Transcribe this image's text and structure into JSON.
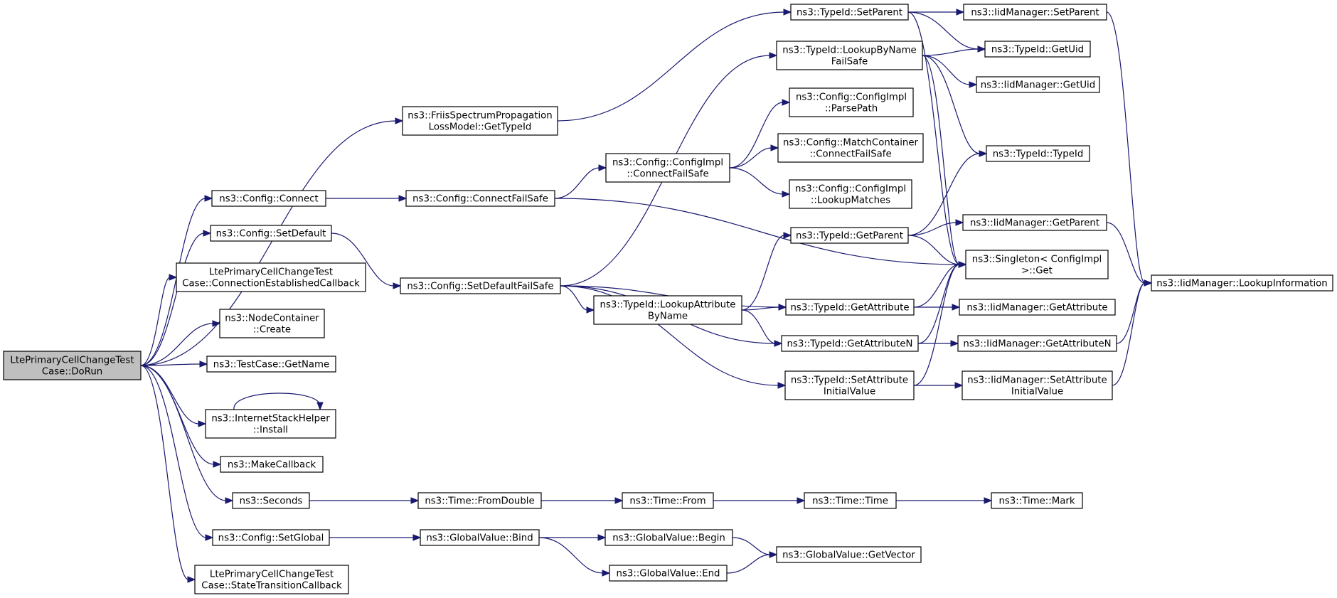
{
  "diagram": {
    "nodes": [
      {
        "id": "dorun",
        "lines": [
          "LtePrimaryCellChangeTest",
          "Case::DoRun"
        ],
        "root": true
      },
      {
        "id": "friis",
        "lines": [
          "ns3::FriisSpectrumPropagation",
          "LossModel::GetTypeId"
        ]
      },
      {
        "id": "cfg_connect",
        "lines": [
          "ns3::Config::Connect"
        ]
      },
      {
        "id": "cfg_setdefault",
        "lines": [
          "ns3::Config::SetDefault"
        ]
      },
      {
        "id": "conn_cb",
        "lines": [
          "LtePrimaryCellChangeTest",
          "Case::ConnectionEstablishedCallback"
        ]
      },
      {
        "id": "nodecont",
        "lines": [
          "ns3::NodeContainer",
          "::Create"
        ]
      },
      {
        "id": "getname",
        "lines": [
          "ns3::TestCase::GetName"
        ]
      },
      {
        "id": "inet_install",
        "lines": [
          "ns3::InternetStackHelper",
          "::Install"
        ]
      },
      {
        "id": "makecb",
        "lines": [
          "ns3::MakeCallback"
        ]
      },
      {
        "id": "seconds",
        "lines": [
          "ns3::Seconds"
        ]
      },
      {
        "id": "cfg_setglobal",
        "lines": [
          "ns3::Config::SetGlobal"
        ]
      },
      {
        "id": "state_cb",
        "lines": [
          "LtePrimaryCellChangeTest",
          "Case::StateTransitionCallback"
        ]
      },
      {
        "id": "cfg_connectfs",
        "lines": [
          "ns3::Config::ConnectFailSafe"
        ]
      },
      {
        "id": "cfg_setdefaultfs",
        "lines": [
          "ns3::Config::SetDefaultFailSafe"
        ]
      },
      {
        "id": "time_fromdouble",
        "lines": [
          "ns3::Time::FromDouble"
        ]
      },
      {
        "id": "gv_bind",
        "lines": [
          "ns3::GlobalValue::Bind"
        ]
      },
      {
        "id": "cfgimpl_connectfs",
        "lines": [
          "ns3::Config::ConfigImpl",
          "::ConnectFailSafe"
        ]
      },
      {
        "id": "tid_lookupattr",
        "lines": [
          "ns3::TypeId::LookupAttribute",
          "ByName"
        ]
      },
      {
        "id": "time_from",
        "lines": [
          "ns3::Time::From"
        ]
      },
      {
        "id": "gv_begin",
        "lines": [
          "ns3::GlobalValue::Begin"
        ]
      },
      {
        "id": "gv_end",
        "lines": [
          "ns3::GlobalValue::End"
        ]
      },
      {
        "id": "tid_setparent",
        "lines": [
          "ns3::TypeId::SetParent"
        ]
      },
      {
        "id": "tid_lookupbyname",
        "lines": [
          "ns3::TypeId::LookupByName",
          "FailSafe"
        ]
      },
      {
        "id": "cfgimpl_parsepath",
        "lines": [
          "ns3::Config::ConfigImpl",
          "::ParsePath"
        ]
      },
      {
        "id": "matchcont",
        "lines": [
          "ns3::Config::MatchContainer",
          "::ConnectFailSafe"
        ]
      },
      {
        "id": "cfgimpl_lookup",
        "lines": [
          "ns3::Config::ConfigImpl",
          "::LookupMatches"
        ]
      },
      {
        "id": "tid_getparent",
        "lines": [
          "ns3::TypeId::GetParent"
        ]
      },
      {
        "id": "tid_getattr",
        "lines": [
          "ns3::TypeId::GetAttribute"
        ]
      },
      {
        "id": "tid_getattrn",
        "lines": [
          "ns3::TypeId::GetAttributeN"
        ]
      },
      {
        "id": "tid_setattrinit",
        "lines": [
          "ns3::TypeId::SetAttribute",
          "InitialValue"
        ]
      },
      {
        "id": "time_time",
        "lines": [
          "ns3::Time::Time"
        ]
      },
      {
        "id": "gv_getvector",
        "lines": [
          "ns3::GlobalValue::GetVector"
        ]
      },
      {
        "id": "iid_setparent",
        "lines": [
          "ns3::IidManager::SetParent"
        ]
      },
      {
        "id": "tid_getuid",
        "lines": [
          "ns3::TypeId::GetUid"
        ]
      },
      {
        "id": "iid_getuid",
        "lines": [
          "ns3::IidManager::GetUid"
        ]
      },
      {
        "id": "tid_typeid",
        "lines": [
          "ns3::TypeId::TypeId"
        ]
      },
      {
        "id": "iid_getparent",
        "lines": [
          "ns3::IidManager::GetParent"
        ]
      },
      {
        "id": "singleton",
        "lines": [
          "ns3::Singleton< ConfigImpl",
          ">::Get"
        ]
      },
      {
        "id": "iid_getattr",
        "lines": [
          "ns3::IidManager::GetAttribute"
        ]
      },
      {
        "id": "iid_getattrn",
        "lines": [
          "ns3::IidManager::GetAttributeN"
        ]
      },
      {
        "id": "iid_setattrinit",
        "lines": [
          "ns3::IidManager::SetAttribute",
          "InitialValue"
        ]
      },
      {
        "id": "time_mark",
        "lines": [
          "ns3::Time::Mark"
        ]
      },
      {
        "id": "iid_lookupinfo",
        "lines": [
          "ns3::IidManager::LookupInformation"
        ]
      }
    ],
    "edges": [
      [
        "dorun",
        "friis"
      ],
      [
        "dorun",
        "cfg_connect"
      ],
      [
        "dorun",
        "cfg_setdefault"
      ],
      [
        "dorun",
        "conn_cb"
      ],
      [
        "dorun",
        "nodecont"
      ],
      [
        "dorun",
        "getname"
      ],
      [
        "dorun",
        "inet_install"
      ],
      [
        "dorun",
        "makecb"
      ],
      [
        "dorun",
        "seconds"
      ],
      [
        "dorun",
        "cfg_setglobal"
      ],
      [
        "dorun",
        "state_cb"
      ],
      [
        "friis",
        "tid_setparent"
      ],
      [
        "cfg_connect",
        "cfg_connectfs"
      ],
      [
        "cfg_setdefault",
        "cfg_setdefaultfs"
      ],
      [
        "inet_install",
        "inet_install"
      ],
      [
        "seconds",
        "time_fromdouble"
      ],
      [
        "cfg_setglobal",
        "gv_bind"
      ],
      [
        "cfg_connectfs",
        "cfgimpl_connectfs"
      ],
      [
        "cfg_connectfs",
        "singleton"
      ],
      [
        "cfg_setdefaultfs",
        "tid_lookupbyname"
      ],
      [
        "cfg_setdefaultfs",
        "tid_lookupattr"
      ],
      [
        "cfg_setdefaultfs",
        "tid_getattr"
      ],
      [
        "cfg_setdefaultfs",
        "tid_getattrn"
      ],
      [
        "cfg_setdefaultfs",
        "tid_setattrinit"
      ],
      [
        "time_fromdouble",
        "time_from"
      ],
      [
        "gv_bind",
        "gv_begin"
      ],
      [
        "gv_bind",
        "gv_end"
      ],
      [
        "cfgimpl_connectfs",
        "cfgimpl_parsepath"
      ],
      [
        "cfgimpl_connectfs",
        "matchcont"
      ],
      [
        "cfgimpl_connectfs",
        "cfgimpl_lookup"
      ],
      [
        "tid_lookupattr",
        "tid_getparent"
      ],
      [
        "tid_lookupattr",
        "tid_getattr"
      ],
      [
        "tid_lookupattr",
        "tid_getattrn"
      ],
      [
        "time_from",
        "time_time"
      ],
      [
        "gv_begin",
        "gv_getvector"
      ],
      [
        "gv_end",
        "gv_getvector"
      ],
      [
        "tid_setparent",
        "iid_setparent"
      ],
      [
        "tid_setparent",
        "tid_getuid"
      ],
      [
        "tid_setparent",
        "singleton"
      ],
      [
        "tid_lookupbyname",
        "tid_getuid"
      ],
      [
        "tid_lookupbyname",
        "iid_getuid"
      ],
      [
        "tid_lookupbyname",
        "tid_typeid"
      ],
      [
        "tid_lookupbyname",
        "singleton"
      ],
      [
        "tid_getparent",
        "tid_typeid"
      ],
      [
        "tid_getparent",
        "iid_getparent"
      ],
      [
        "tid_getparent",
        "singleton"
      ],
      [
        "tid_getattr",
        "iid_getattr"
      ],
      [
        "tid_getattr",
        "singleton"
      ],
      [
        "tid_getattrn",
        "iid_getattrn"
      ],
      [
        "tid_getattrn",
        "singleton"
      ],
      [
        "tid_setattrinit",
        "iid_setattrinit"
      ],
      [
        "tid_setattrinit",
        "singleton"
      ],
      [
        "time_time",
        "time_mark"
      ],
      [
        "iid_setparent",
        "iid_lookupinfo"
      ],
      [
        "iid_getparent",
        "iid_lookupinfo"
      ],
      [
        "iid_getattrn",
        "iid_lookupinfo"
      ],
      [
        "iid_setattrinit",
        "iid_lookupinfo"
      ]
    ]
  }
}
